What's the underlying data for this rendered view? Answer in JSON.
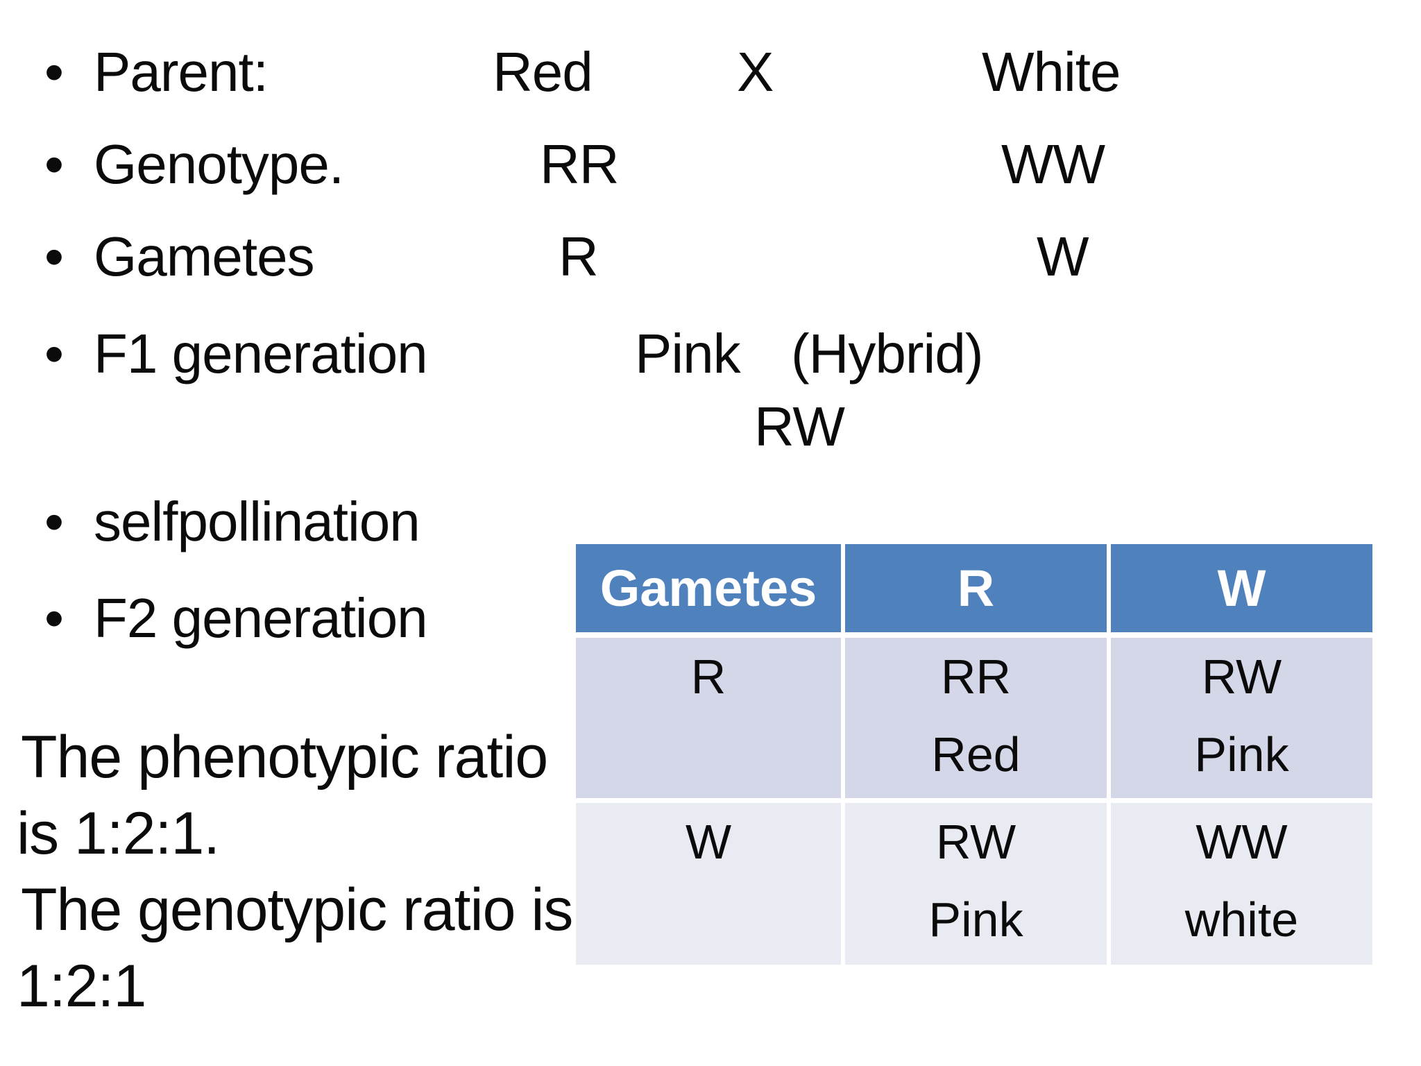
{
  "slide": {
    "background": "#ffffff",
    "text_color": "#0b0b0b"
  },
  "glyphs": {
    "bullet": "•"
  },
  "bullets": {
    "parent": {
      "label": "Parent:",
      "parent1": "Red",
      "cross": "X",
      "parent2": "White"
    },
    "genotype": {
      "label": "Genotype.",
      "genotype1": "RR",
      "genotype2": "WW"
    },
    "gametes": {
      "label": "Gametes",
      "gamete1": "R",
      "gamete2": "W"
    },
    "f1": {
      "label": "F1 generation",
      "phenotype": "Pink",
      "note": "(Hybrid)",
      "genotype": "RW"
    },
    "selfpollination": {
      "label": "selfpollination"
    },
    "f2": {
      "label": "F2 generation"
    }
  },
  "summary": {
    "phenotypic_line1": "The phenotypic ratio",
    "phenotypic_line2": "is 1:2:1.",
    "genotypic_line1": "The genotypic ratio is",
    "genotypic_line2": "1:2:1"
  },
  "punnett": {
    "header": [
      "Gametes",
      "R",
      "W"
    ],
    "rows": [
      {
        "gamete": "R",
        "cells": [
          {
            "genotype": "RR",
            "phenotype": "Red"
          },
          {
            "genotype": "RW",
            "phenotype": "Pink"
          }
        ]
      },
      {
        "gamete": "W",
        "cells": [
          {
            "genotype": "RW",
            "phenotype": "Pink"
          },
          {
            "genotype": "WW",
            "phenotype": "white"
          }
        ]
      }
    ],
    "colors": {
      "header_bg": "#4f81bd",
      "header_text": "#ffffff",
      "band_odd_bg": "#d3d7e7",
      "band_even_bg": "#e9ebf3",
      "border": "#ffffff"
    }
  }
}
